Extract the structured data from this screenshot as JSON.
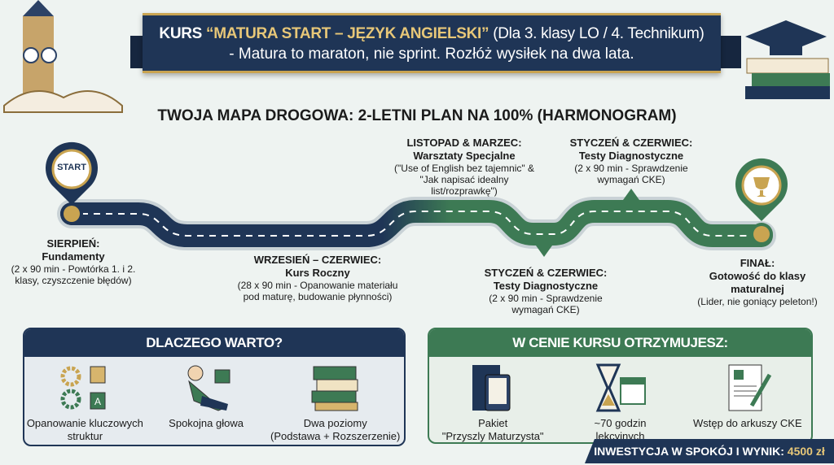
{
  "banner": {
    "kurs": "KURS",
    "course_name": "“MATURA START – JĘZYK ANGIELSKI”",
    "audience": "(Dla 3. klasy LO / 4. Technikum)",
    "tagline": "- Matura to maraton, nie sprint. Rozłóż wysiłek na dwa lata."
  },
  "roadmap": {
    "title": "TWOJA MAPA DROGOWA: 2-LETNI PLAN NA 100% (HARMONOGRAM)",
    "start_label": "START",
    "milestones": [
      {
        "period": "SIERPIEŃ:",
        "name": "Fundamenty",
        "desc": "(2 x 90 min - Powtórka 1. i 2. klasy, czyszczenie błędów)"
      },
      {
        "period": "WRZESIEŃ – CZERWIEC:",
        "name": "Kurs Roczny",
        "desc": "(28 x 90 min - Opanowanie materiału pod maturę, budowanie płynności)"
      },
      {
        "period": "LISTOPAD & MARZEC:",
        "name": "Warsztaty Specjalne",
        "desc": "(\"Use of English bez tajemnic\" & \"Jak napisać idealny list/rozprawkę\")"
      },
      {
        "period": "STYCZEŃ & CZERWIEC:",
        "name": "Testy Diagnostyczne",
        "desc": "(2 x 90 min - Sprawdzenie wymagań CKE)"
      },
      {
        "period": "STYCZEŃ & CZERWIEC:",
        "name": "Testy Diagnostyczne",
        "desc": "(2 x 90 min - Sprawdzenie wymagań CKE)"
      },
      {
        "period": "FINAŁ:",
        "name": "Gotowość do klasy maturalnej",
        "desc": "(Lider, nie goniący peleton!)"
      }
    ]
  },
  "why": {
    "title": "DLACZEGO WARTO?",
    "items": [
      {
        "label": "Opanowanie kluczowych struktur",
        "icon": "gears-translate-icon"
      },
      {
        "label": "Spokojna głowa",
        "icon": "relaxed-reader-icon"
      },
      {
        "label": "Dwa poziomy",
        "sub": "(Podstawa + Rozszerzenie)",
        "icon": "books-stack-icon"
      }
    ]
  },
  "includes": {
    "title": "W CENIE KURSU OTRZYMUJESZ:",
    "items": [
      {
        "label": "Pakiet",
        "sub": "\"Przyszly Maturzysta\"",
        "icon": "binder-tablet-icon"
      },
      {
        "label": "~70 godzin",
        "sub": "lekcyjnych",
        "icon": "hourglass-calendar-icon"
      },
      {
        "label": "Wstęp do arkuszy CKE",
        "icon": "exam-sheet-icon"
      }
    ]
  },
  "investment": {
    "label": "INWESTYCJA W SPOKÓJ I WYNIK:",
    "price": "4500 zł"
  },
  "colors": {
    "navy": "#1f3556",
    "green": "#3d7a54",
    "gold": "#c9a451"
  }
}
